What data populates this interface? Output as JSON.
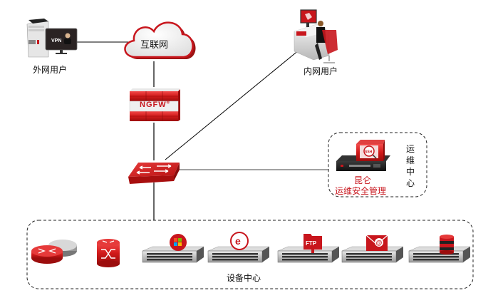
{
  "diagram": {
    "nodes": {
      "external_user": {
        "label": "外网用户",
        "screen_text": "VPN"
      },
      "internet": {
        "label": "互联网"
      },
      "internal_user": {
        "label": "内网用户"
      },
      "firewall": {
        "label": "NGFW",
        "mark": "®"
      },
      "core_switch": {
        "label": ""
      },
      "ops_center": {
        "title": "运维中心",
        "title_chars": [
          "运",
          "维",
          "中",
          "心"
        ],
        "device_name": "昆仑",
        "device_subtitle": "运维安全管理",
        "badge": "SSH"
      },
      "equipment_center": {
        "label": "设备中心",
        "devices": [
          {
            "type": "router",
            "icon": "router-icon"
          },
          {
            "type": "switch",
            "icon": "switch-icon"
          },
          {
            "type": "server",
            "icon": "windows-server-icon"
          },
          {
            "type": "server",
            "icon": "web-server-icon"
          },
          {
            "type": "server",
            "icon": "ftp-server-icon",
            "badge": "FTP"
          },
          {
            "type": "server",
            "icon": "mail-server-icon",
            "badge": "@"
          },
          {
            "type": "server",
            "icon": "database-server-icon"
          }
        ]
      }
    },
    "colors": {
      "brand_red": "#c8161d",
      "line": "#000000",
      "dashed_border": "#222222"
    }
  }
}
